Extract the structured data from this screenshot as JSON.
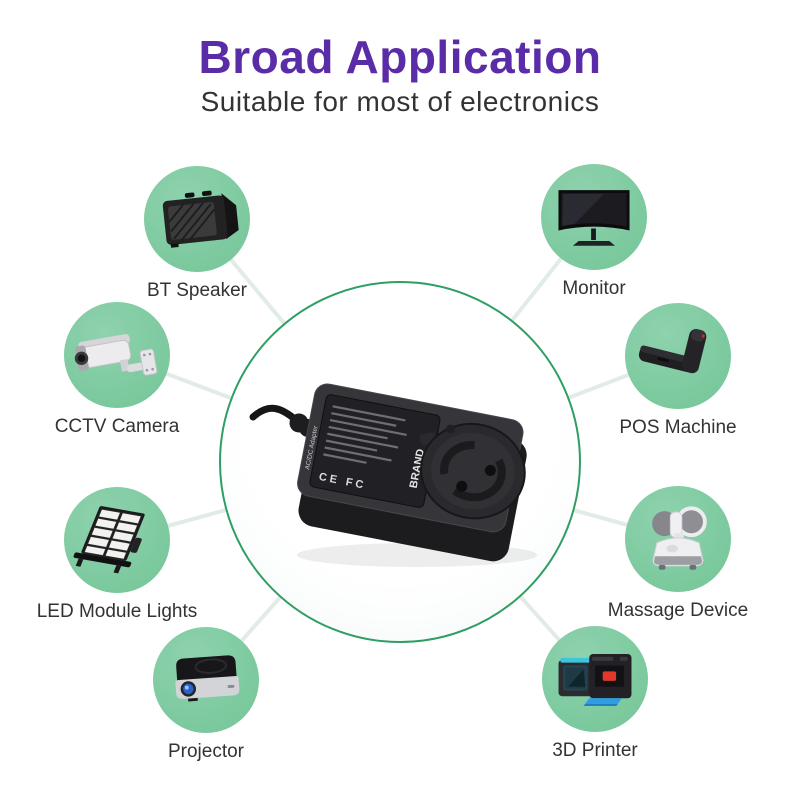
{
  "page": {
    "title": "Broad Application",
    "subtitle": "Suitable for most of electronics"
  },
  "colors": {
    "title": "#5b2ca8",
    "subtitle": "#333333",
    "node_circle_green": "#7cc89e",
    "center_ring_green": "#2f9e63",
    "connector_line": "#e2ece6"
  },
  "center": {
    "device": "power-adapter",
    "brand_label": "BRAND",
    "side_label": "AC/DC Adapter",
    "cert_marks": "CE FC"
  },
  "nodes": [
    {
      "label": "BT Speaker",
      "position": "top-left",
      "icon": "bt-speaker-icon"
    },
    {
      "label": "Monitor",
      "position": "top-right",
      "icon": "monitor-icon"
    },
    {
      "label": "CCTV Camera",
      "position": "left-upper",
      "icon": "cctv-camera-icon"
    },
    {
      "label": "POS Machine",
      "position": "right-upper",
      "icon": "pos-machine-icon"
    },
    {
      "label": "LED Module Lights",
      "position": "left-lower",
      "icon": "led-module-lights-icon"
    },
    {
      "label": "Massage Device",
      "position": "right-lower",
      "icon": "massage-device-icon"
    },
    {
      "label": "Projector",
      "position": "bottom-left",
      "icon": "projector-icon"
    },
    {
      "label": "3D Printer",
      "position": "bottom-right",
      "icon": "3d-printer-icon"
    }
  ]
}
